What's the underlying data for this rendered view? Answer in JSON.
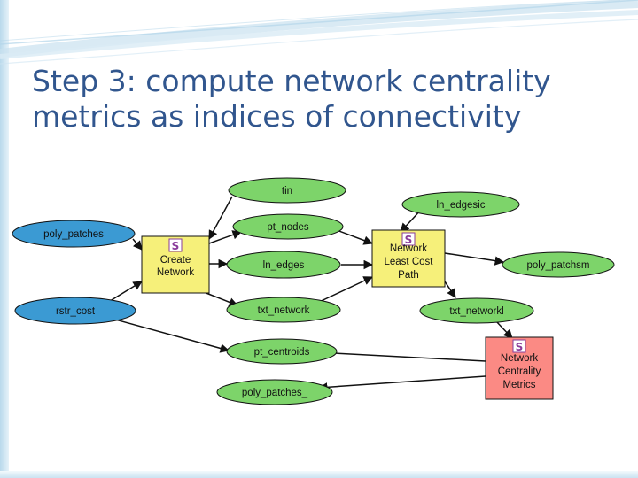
{
  "slide": {
    "title_line1": "Step 3: compute network centrality",
    "title_line2": "metrics as indices of connectivity"
  },
  "diagram": {
    "tool_icon_symbol": "S",
    "nodes": {
      "tin": "tin",
      "ln_edgesic": "ln_edgesic",
      "poly_patches": "poly_patches",
      "pt_nodes": "pt_nodes",
      "create_network_line1": "Create",
      "create_network_line2": "Network",
      "ln_edges": "ln_edges",
      "network_least_cost_line1": "Network",
      "network_least_cost_line2": "Least Cost",
      "network_least_cost_line3": "Path",
      "poly_patchsm": "poly_patchsm",
      "rstr_cost": "rstr_cost",
      "txt_network": "txt_network",
      "txt_networkl": "txt_networkl",
      "pt_centroids": "pt_centroids",
      "network_centrality_line1": "Network",
      "network_centrality_line2": "Centrality",
      "network_centrality_line3": "Metrics",
      "poly_patches_": "poly_patches_"
    },
    "colors": {
      "input_data": "#3b9ad3",
      "derived_data": "#7dd46a",
      "tool_ready": "#f6f07a",
      "tool_pending": "#fb8a84",
      "icon": "#8a3c9a"
    }
  }
}
